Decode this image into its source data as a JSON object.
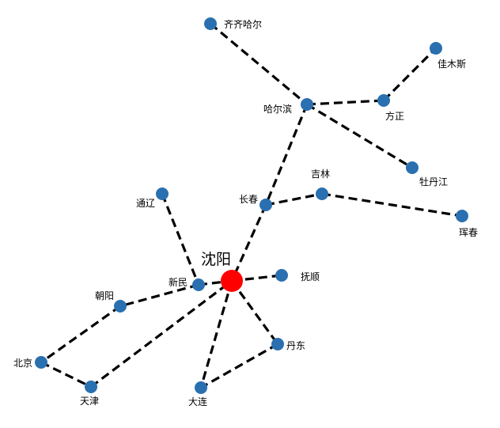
{
  "colors": {
    "node": "#2a70b0",
    "center": "#ff0000",
    "edge": "#000000"
  },
  "center": "沈阳",
  "nodes": [
    {
      "id": "qiqihar",
      "label": "齐齐哈尔"
    },
    {
      "id": "jiamusi",
      "label": "佳木斯"
    },
    {
      "id": "harbin",
      "label": "哈尔滨"
    },
    {
      "id": "fangzheng",
      "label": "方正"
    },
    {
      "id": "mudanjiang",
      "label": "牡丹江"
    },
    {
      "id": "jilin",
      "label": "吉林"
    },
    {
      "id": "changchun",
      "label": "长春"
    },
    {
      "id": "hunchun",
      "label": "珲春"
    },
    {
      "id": "tongliao",
      "label": "通辽"
    },
    {
      "id": "shenyang",
      "label": "沈阳"
    },
    {
      "id": "fushun",
      "label": "抚顺"
    },
    {
      "id": "xinmin",
      "label": "新民"
    },
    {
      "id": "chaoyang",
      "label": "朝阳"
    },
    {
      "id": "beijing",
      "label": "北京"
    },
    {
      "id": "tianjin",
      "label": "天津"
    },
    {
      "id": "dalian",
      "label": "大连"
    },
    {
      "id": "dandong",
      "label": "丹东"
    }
  ],
  "edges": [
    [
      "qiqihar",
      "harbin"
    ],
    [
      "harbin",
      "mudanjiang"
    ],
    [
      "harbin",
      "fangzheng"
    ],
    [
      "fangzheng",
      "jiamusi"
    ],
    [
      "harbin",
      "changchun"
    ],
    [
      "changchun",
      "jilin"
    ],
    [
      "jilin",
      "hunchun"
    ],
    [
      "changchun",
      "shenyang"
    ],
    [
      "tongliao",
      "xinmin"
    ],
    [
      "xinmin",
      "shenyang"
    ],
    [
      "shenyang",
      "fushun"
    ],
    [
      "xinmin",
      "chaoyang"
    ],
    [
      "chaoyang",
      "beijing"
    ],
    [
      "beijing",
      "tianjin"
    ],
    [
      "tianjin",
      "shenyang"
    ],
    [
      "shenyang",
      "dalian"
    ],
    [
      "shenyang",
      "dandong"
    ],
    [
      "dandong",
      "dalian"
    ]
  ]
}
